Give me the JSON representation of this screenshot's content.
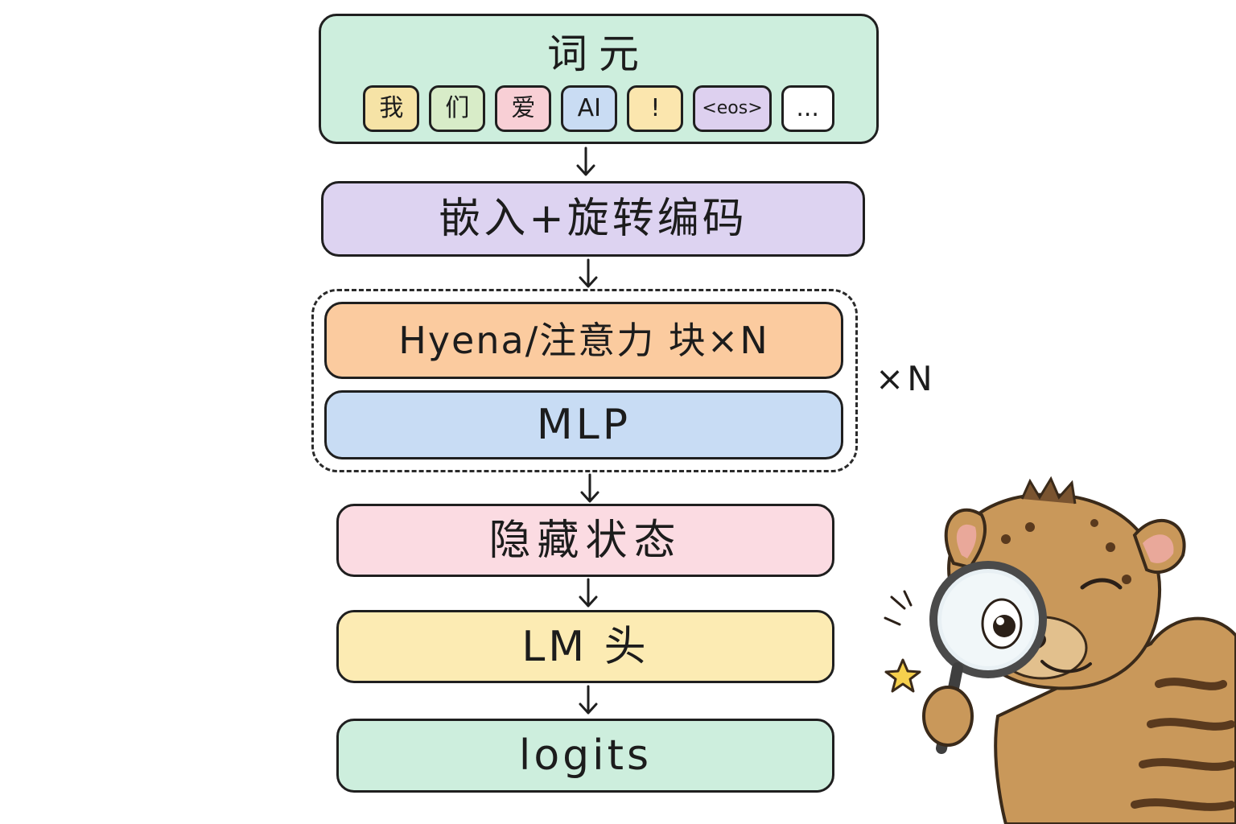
{
  "tokens": {
    "title": "词元",
    "items": [
      {
        "text": "我",
        "color": "#f6e3a6"
      },
      {
        "text": "们",
        "color": "#d8ecc8"
      },
      {
        "text": "爱",
        "color": "#f8cfd5"
      },
      {
        "text": "AI",
        "color": "#c9dcf3"
      },
      {
        "text": "!",
        "color": "#fbe6ae"
      },
      {
        "text": "<eos>",
        "color": "#ddd0ef"
      },
      {
        "text": "...",
        "color": "#ffffff"
      }
    ]
  },
  "embedding": {
    "label": "嵌入+旋转编码"
  },
  "block": {
    "attention_label": "Hyena/注意力 块×N",
    "mlp_label": "MLP",
    "repeat_label": "×N"
  },
  "hidden": {
    "label": "隐藏状态"
  },
  "lm_head": {
    "label": "LM 头"
  },
  "logits": {
    "label": "logits"
  },
  "colors": {
    "tokens_bg": "#cdeedd",
    "embedding_bg": "#ddd3f1",
    "attention_bg": "#fbcb9f",
    "mlp_bg": "#c8dcf4",
    "hidden_bg": "#fbdbe2",
    "lm_head_bg": "#fcebb3",
    "logits_bg": "#cdeedd",
    "outline": "#1f1f1f"
  },
  "mascot": {
    "icon": "hyena-with-magnifying-glass-icon"
  }
}
